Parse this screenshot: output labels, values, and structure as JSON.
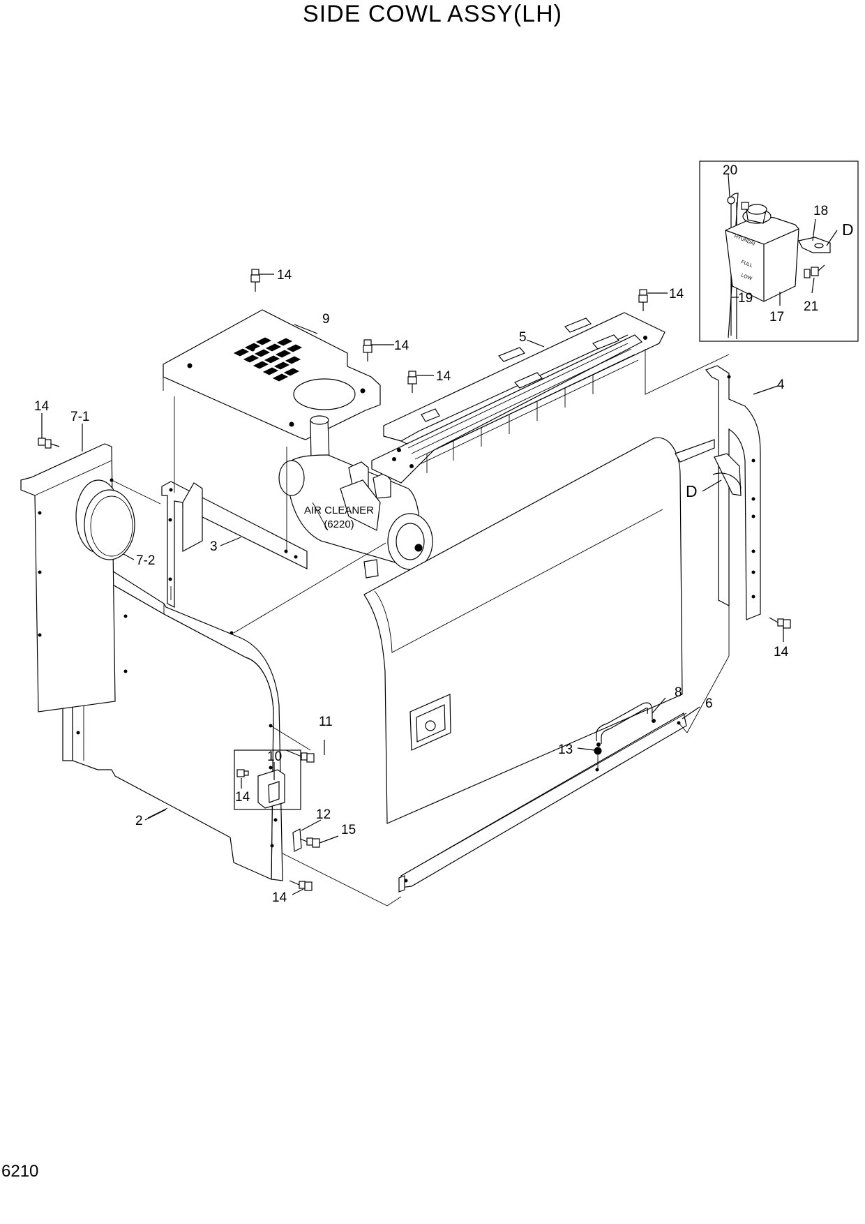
{
  "title": "SIDE COWL ASSY(LH)",
  "page_number": "6210",
  "sub_assembly_label": "AIR CLEANER",
  "sub_assembly_ref": "(6220)",
  "detail_marker": "D",
  "tank_text": {
    "brand": "HYUNDAI",
    "full": "FULL",
    "low": "LOW"
  },
  "callouts": {
    "c1": "14",
    "c2": "9",
    "c3": "14",
    "c4": "14",
    "c5": "5",
    "c6": "14",
    "c7": "14",
    "c8": "7-1",
    "c9": "7-2",
    "c10": "3",
    "c11": "4",
    "c12": "14",
    "c13": "2",
    "c14": "11",
    "c15": "10",
    "c16": "14",
    "c17": "12",
    "c18": "15",
    "c19": "14",
    "c20": "8",
    "c21": "6",
    "c22": "13",
    "c23": "20",
    "c24": "18",
    "c25": "19",
    "c26": "17",
    "c27": "21"
  }
}
